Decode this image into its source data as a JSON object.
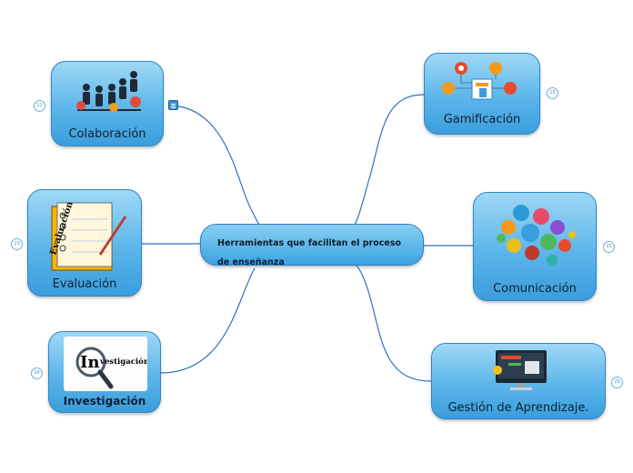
{
  "central": {
    "title": "Herramientas que facilitan el proceso de enseñanza"
  },
  "topics": [
    {
      "id": "colaboracion",
      "label": "Colaboración",
      "badge": "11"
    },
    {
      "id": "evaluacion",
      "label": "Evaluación",
      "badge": "23",
      "image_text": "Evaluación"
    },
    {
      "id": "investigacion",
      "label": "Investigación",
      "badge": "20",
      "image_text_big": "In",
      "image_text_small": "vestigación"
    },
    {
      "id": "gamificacion",
      "label": "Gamificación",
      "badge": "15"
    },
    {
      "id": "comunicacion",
      "label": "Comunicación",
      "badge": "25"
    },
    {
      "id": "gestion",
      "label": "Gestión de Aprendizaje.",
      "badge": "29"
    }
  ],
  "colors": {
    "node_top": "#9fd8f6",
    "node_bottom": "#3a9ddc",
    "connector": "#2d6fc2",
    "text": "#0d2233"
  }
}
